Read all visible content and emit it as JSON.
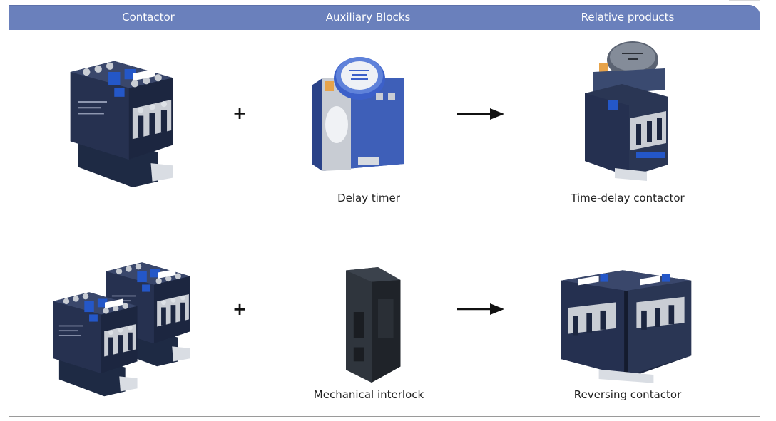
{
  "header": {
    "col1": "Contactor",
    "col2": "Auxiliary Blocks",
    "col3": "Relative products"
  },
  "rows": [
    {
      "operator": "+",
      "base_icon": "contactor-icon",
      "accessory_icon": "delay-timer-icon",
      "result_icon": "time-delay-contactor-icon",
      "accessory_label": "Delay timer",
      "result_label": "Time-delay contactor"
    },
    {
      "operator": "+",
      "base_icon": "double-contactor-icon",
      "accessory_icon": "mechanical-interlock-icon",
      "result_icon": "reversing-contactor-icon",
      "accessory_label": "Mechanical interlock",
      "result_label": "Reversing contactor"
    }
  ],
  "colors": {
    "header_bg": "#6a80bc",
    "header_text": "#ffffff",
    "product_body": "#2a3654",
    "product_blue": "#2457c8"
  }
}
